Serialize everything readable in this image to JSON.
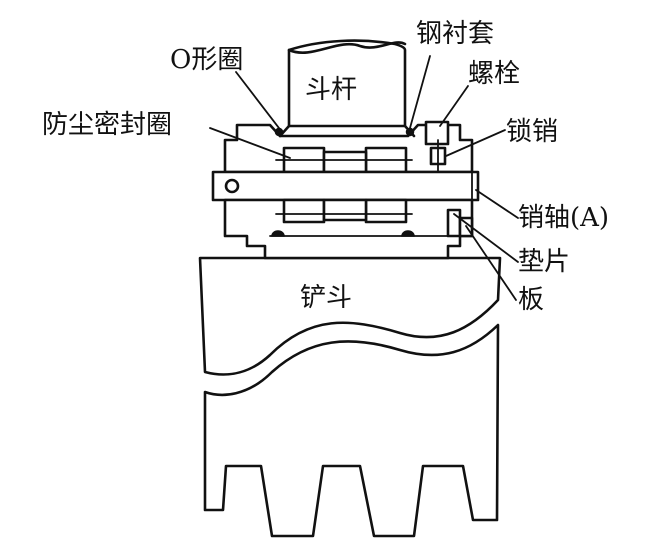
{
  "labels": {
    "o_ring": "O形圈",
    "dust_seal": "防尘密封圈",
    "stick": "斗杆",
    "steel_bushing": "钢衬套",
    "bolt": "螺栓",
    "lock_pin": "锁销",
    "pin_shaft": "销轴(A)",
    "shim": "垫片",
    "plate": "板",
    "bucket": "铲斗"
  },
  "colors": {
    "line": "#111111",
    "background": "#ffffff"
  }
}
